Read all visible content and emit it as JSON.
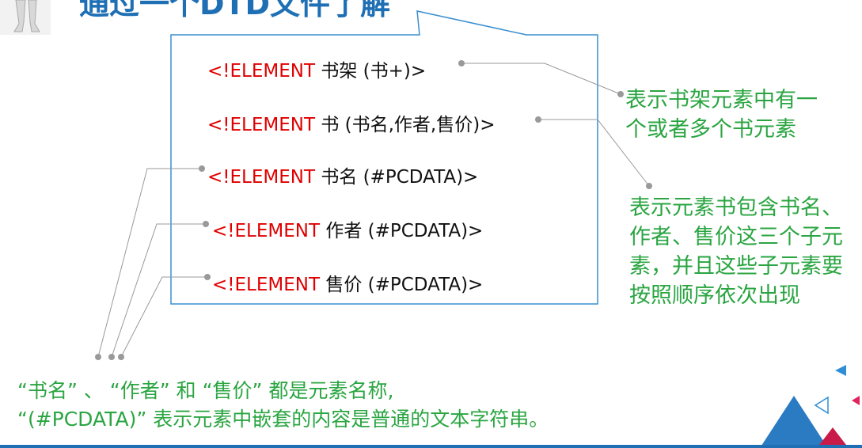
{
  "title": "通过一个DTD文件了解",
  "dtd_lines": [
    {
      "keyword": "<!ELEMENT",
      "rest": " 书架 (书+)>"
    },
    {
      "keyword": "<!ELEMENT",
      "rest": " 书 (书名,作者,售价)>"
    },
    {
      "keyword": "<!ELEMENT",
      "rest": " 书名 (#PCDATA)>"
    },
    {
      "keyword": "<!ELEMENT",
      "rest": " 作者 (#PCDATA)>"
    },
    {
      "keyword": "<!ELEMENT",
      "rest": " 售价 (#PCDATA)>"
    }
  ],
  "notes": {
    "shelf": "表示书架元素中有一个或者多个书元素",
    "book": "表示元素书包含书名、作者、售价这三个子元素，并且这些子元素要按照顺序依次出现"
  },
  "footnote": {
    "line1": "“书名” 、 “作者” 和 “售价” 都是元素名称,",
    "line2": "“(#PCDATA)” 表示元素中嵌套的内容是普通的文本字符串。"
  },
  "colors": {
    "keyword": "#e00000",
    "note": "#2aa541",
    "box_border": "#3a8fd0",
    "title": "#1f6fb4",
    "connector": "#999999"
  }
}
